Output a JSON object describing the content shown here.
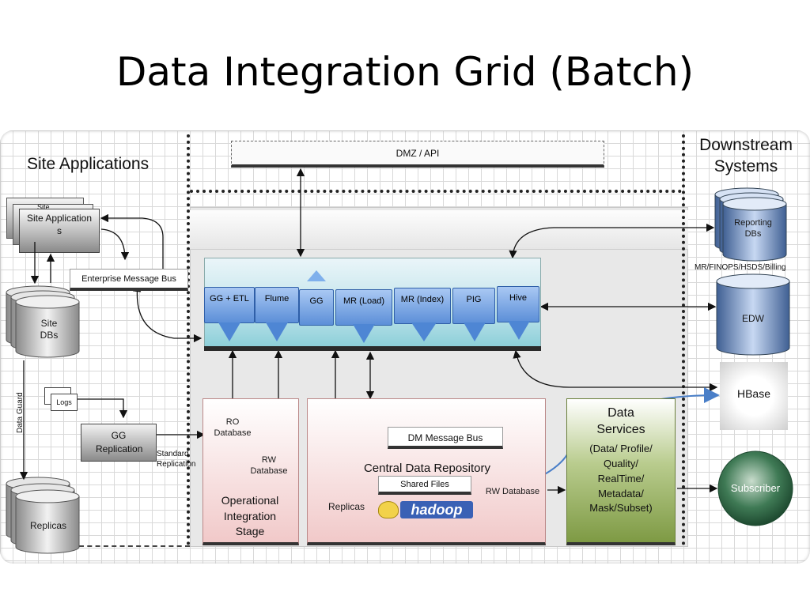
{
  "title": "Data Integration Grid (Batch)",
  "left_section": {
    "heading": "Site Applications",
    "site_apps_label": "Site Application s",
    "site_apps_stack_text": "Site",
    "site_dbs_label": "Site DBs",
    "enterprise_bus_label": "Enterprise Message Bus",
    "logs_label": "Logs",
    "gg_replication_label": "GG Replication",
    "standard_replication_label": "Standard Replication",
    "data_guard_label": "Data Guard",
    "replicas_label": "Replicas"
  },
  "dmz": {
    "label": "DMZ / API"
  },
  "tools": [
    "GG + ETL",
    "Flume",
    "GG",
    "MR (Load)",
    "MR (Index)",
    "PIG",
    "Hive"
  ],
  "operational": {
    "ro_db_label": "RO Database",
    "rw_db_label": "RW Database",
    "stage_label": "Operational Integration Stage"
  },
  "central": {
    "dm_bus_label": "DM Message Bus",
    "repo_label": "Central Data Repository",
    "shared_files_label": "Shared Files",
    "replicas_label": "Replicas",
    "hadoop_label": "hadoop",
    "rw_db_label": "RW Database"
  },
  "data_services": {
    "label": "Data Services",
    "detail": "(Data/ Profile/ Quality/ RealTime/ Metadata/ Mask/Subset)"
  },
  "right_section": {
    "heading": "Downstream Systems",
    "reporting_label": "Reporting DBs",
    "reporting_sub": "MR/FINOPS/HSDS/Billing",
    "edw_label": "EDW",
    "hbase_label": "HBase",
    "subscriber_label": "Subscriber"
  },
  "colors": {
    "tool_blue": "#5c8fd8",
    "db_blue": "#4a6fa8",
    "stage_red": "#e9b8b8",
    "services_green": "#7e9a44",
    "subscriber_green": "#2f6b43"
  }
}
